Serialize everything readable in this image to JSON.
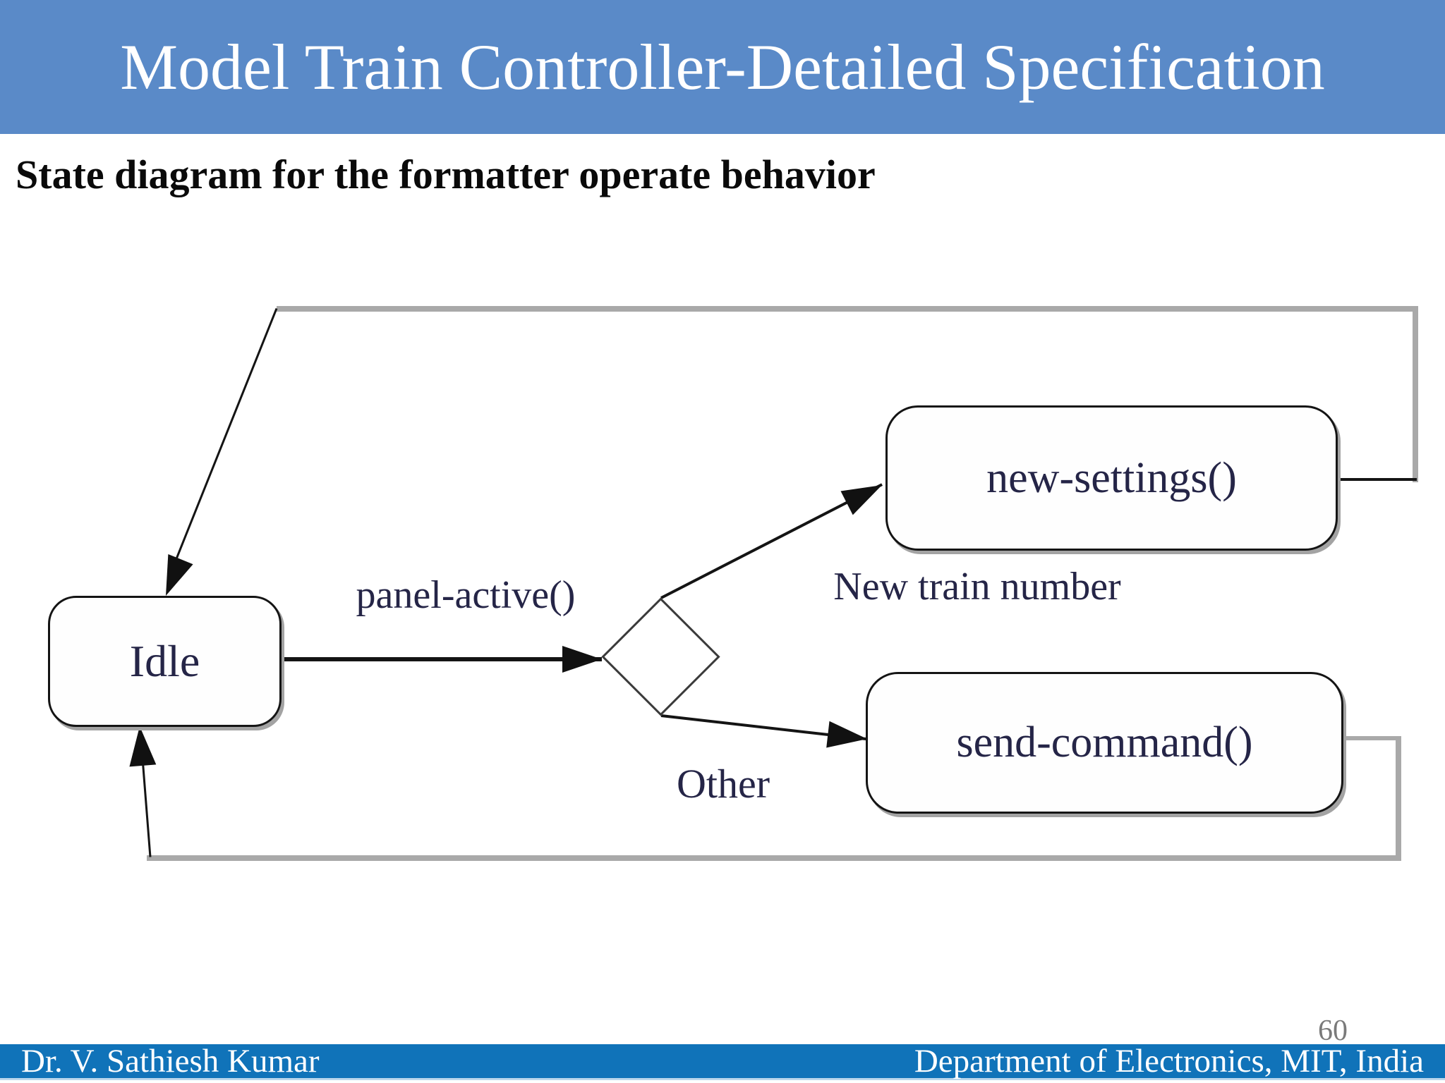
{
  "slide": {
    "title": "Model Train Controller-Detailed Specification",
    "subtitle": "State diagram for the formatter operate behavior",
    "page_number": "60",
    "footer": {
      "left": "Dr. V. Sathiesh Kumar",
      "right": "Department of Electronics, MIT, India"
    },
    "colors": {
      "header_bg": "#5a8ac8",
      "footer_bg": "#1073b9",
      "title_text": "#ffffff",
      "subtitle_text": "#0a0a0a",
      "diagram_label_text": "#252547",
      "box_border": "#141414",
      "box_shadow": "#a3a3a3",
      "return_line_gray": "#a9a9a9",
      "arrow_black": "#111111",
      "page_number_gray": "#7a7a7a"
    }
  },
  "diagram": {
    "type": "state-diagram",
    "states": [
      {
        "id": "idle",
        "label": "Idle"
      },
      {
        "id": "new_settings",
        "label": "new-settings()"
      },
      {
        "id": "send_command",
        "label": "send-command()"
      }
    ],
    "decision": {
      "shape": "diamond",
      "label": ""
    },
    "transitions": [
      {
        "from": "Idle",
        "to": "decision",
        "label": "panel-active()"
      },
      {
        "from": "decision",
        "to": "new-settings()",
        "label": "New train number"
      },
      {
        "from": "decision",
        "to": "send-command()",
        "label": "Other"
      },
      {
        "from": "new-settings()",
        "to": "Idle",
        "label": ""
      },
      {
        "from": "send-command()",
        "to": "Idle",
        "label": ""
      }
    ]
  }
}
